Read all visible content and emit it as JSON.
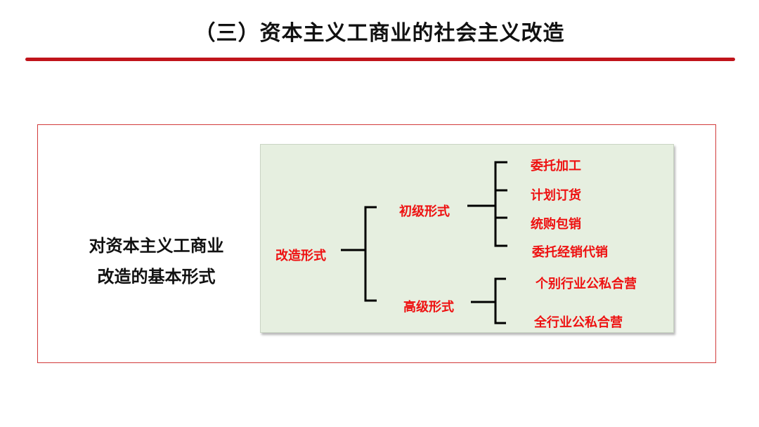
{
  "header": {
    "title": "（三）资本主义工商业的社会主义改造"
  },
  "left_panel": {
    "line1": "对资本主义工商业",
    "line2": "改造的基本形式"
  },
  "diagram": {
    "root": "改造形式",
    "branches": [
      {
        "label": "初级形式",
        "items": [
          "委托加工",
          "计划订货",
          "统购包销",
          "委托经销代销"
        ]
      },
      {
        "label": "高级形式",
        "items": [
          "个别行业公私合营",
          "全行业公私合营"
        ]
      }
    ]
  },
  "colors": {
    "accent": "#c0141b",
    "node_text": "#ee1111",
    "panel_bg": "#e6efe0"
  }
}
